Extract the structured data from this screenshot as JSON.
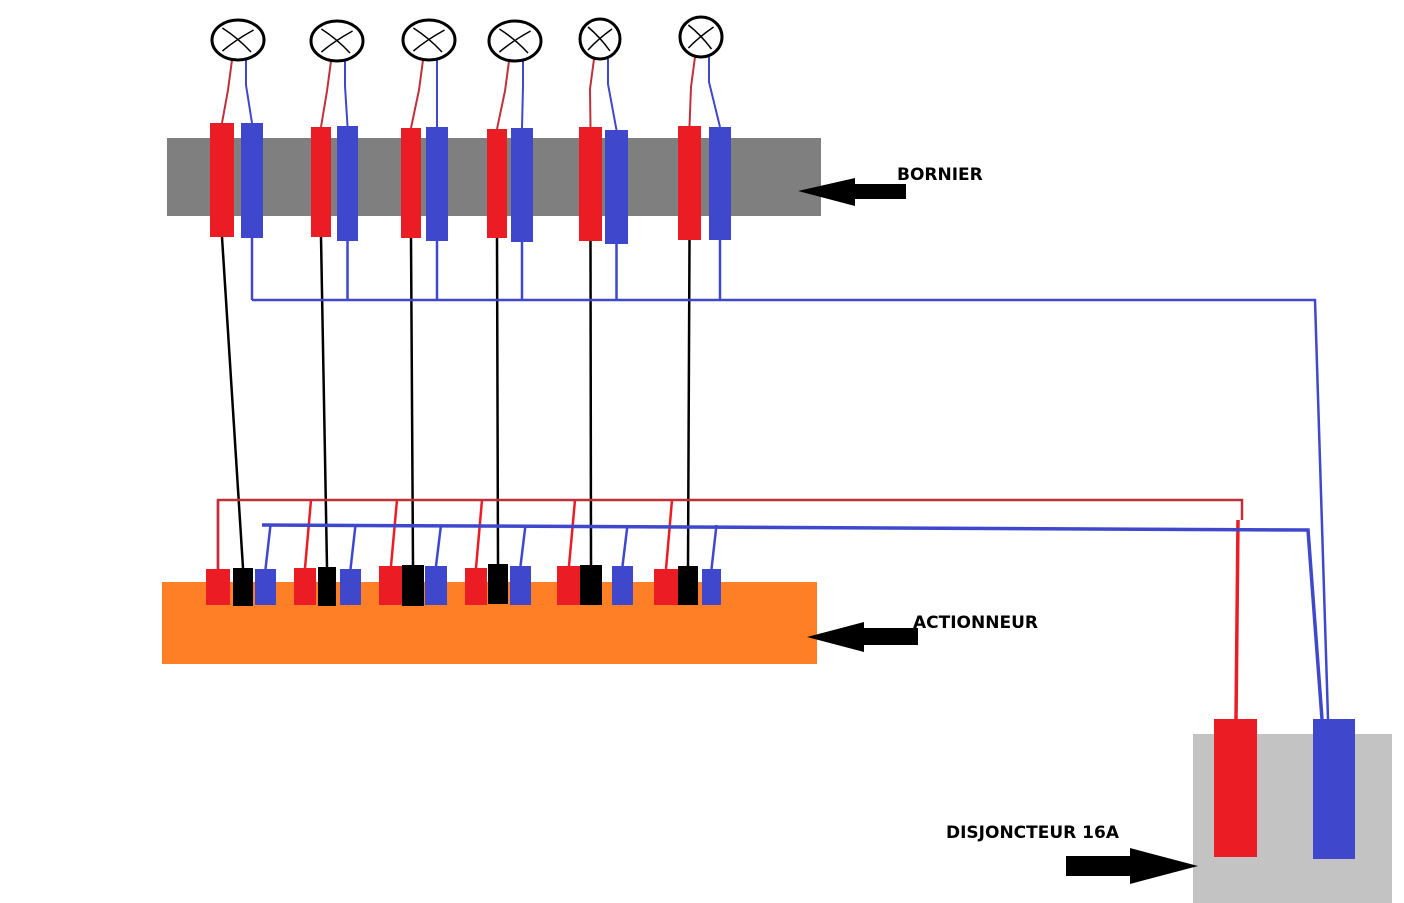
{
  "labels": {
    "bornier": "BORNIER",
    "actionneur": "ACTIONNEUR",
    "disjoncteur": "DISJONCTEUR 16A"
  },
  "colors": {
    "phase": "#ec1c24",
    "neutral": "#3f48cc",
    "command": "#000000",
    "bornier": "#7f7f7f",
    "actionneur": "#ff7f27",
    "disjoncteur": "#c3c3c3",
    "lamp": "#000000"
  },
  "components": {
    "lamps_count": 6,
    "bornier_terminal_pairs": 6,
    "actionneur_channels": 6,
    "disjoncteur_poles": [
      "phase",
      "neutral"
    ]
  }
}
